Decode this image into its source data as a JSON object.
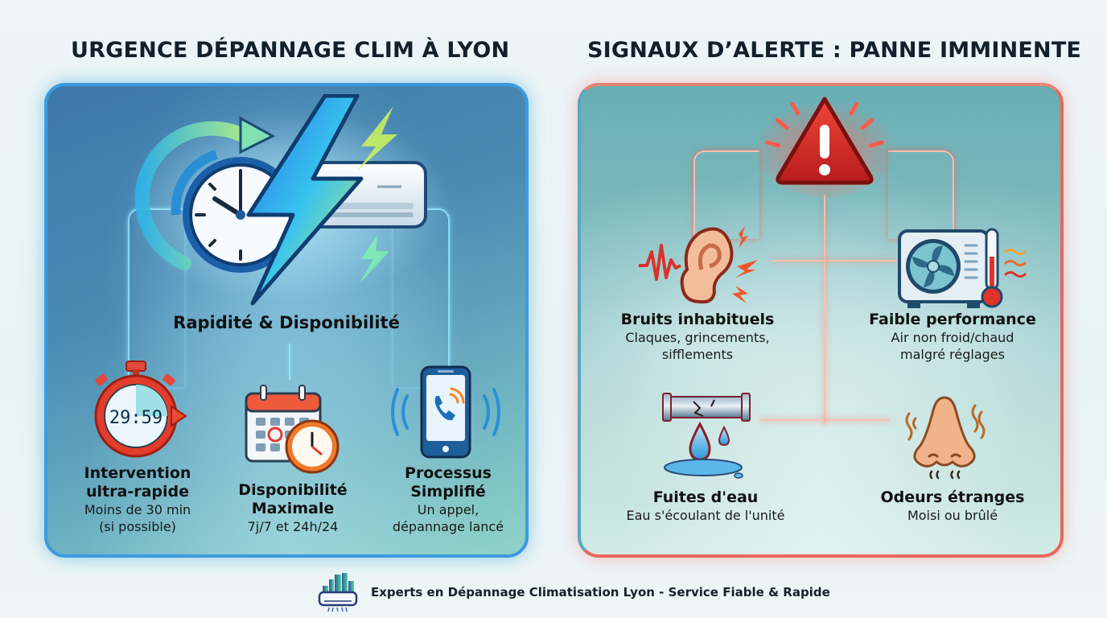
{
  "left_section": {
    "title": "URGENCE DÉPANNAGE CLIM À LYON",
    "hero": {
      "label": "Rapidité & Disponibilité",
      "icons": [
        "clock-icon",
        "lightning-bolt-icon",
        "air-conditioner-icon",
        "circular-arrow-icon"
      ]
    },
    "features": [
      {
        "icon": "stopwatch-icon",
        "timer_display": "29:59",
        "title_line1": "Intervention",
        "title_line2": "ultra-rapide",
        "desc_line1": "Moins de 30 min",
        "desc_line2": "(si possible)"
      },
      {
        "icon": "calendar-clock-icon",
        "title_line1": "Disponibilité",
        "title_line2": "Maximale",
        "desc_line1": "7j/7 et 24h/24"
      },
      {
        "icon": "smartphone-call-icon",
        "title_line1": "Processus",
        "title_line2": "Simplifié",
        "desc_line1": "Un appel,",
        "desc_line2": "dépannage lancé"
      }
    ],
    "colors": {
      "border": "#3b9be0",
      "panel_top": "#3e78a9",
      "panel_bottom": "#8fd3c8"
    }
  },
  "right_section": {
    "title": "SIGNAUX D’ALERTE : PANNE IMMINENTE",
    "hero": {
      "icon": "warning-triangle-icon",
      "symbol": "!"
    },
    "signals": [
      {
        "icon": "ear-noise-icon",
        "title": "Bruits inhabituels",
        "desc_line1": "Claques, grincements,",
        "desc_line2": "sifflements"
      },
      {
        "icon": "outdoor-unit-thermometer-icon",
        "title": "Faible performance",
        "desc_line1": "Air non froid/chaud",
        "desc_line2": "malgré réglages"
      },
      {
        "icon": "leaking-pipe-icon",
        "title": "Fuites d'eau",
        "desc_line1": "Eau s'écoulant de l'unité"
      },
      {
        "icon": "nose-smell-icon",
        "title": "Odeurs étranges",
        "desc_line1": "Moisi ou brûlé"
      }
    ],
    "colors": {
      "border": "#e8675a",
      "alert_red": "#d42a2a",
      "panel_top": "#69aeb5",
      "panel_bottom": "#d1ebe5"
    }
  },
  "footer": {
    "logo": "city-air-conditioner-logo-icon",
    "text": "Experts en Dépannage Climatisation Lyon - Service Fiable & Rapide"
  }
}
